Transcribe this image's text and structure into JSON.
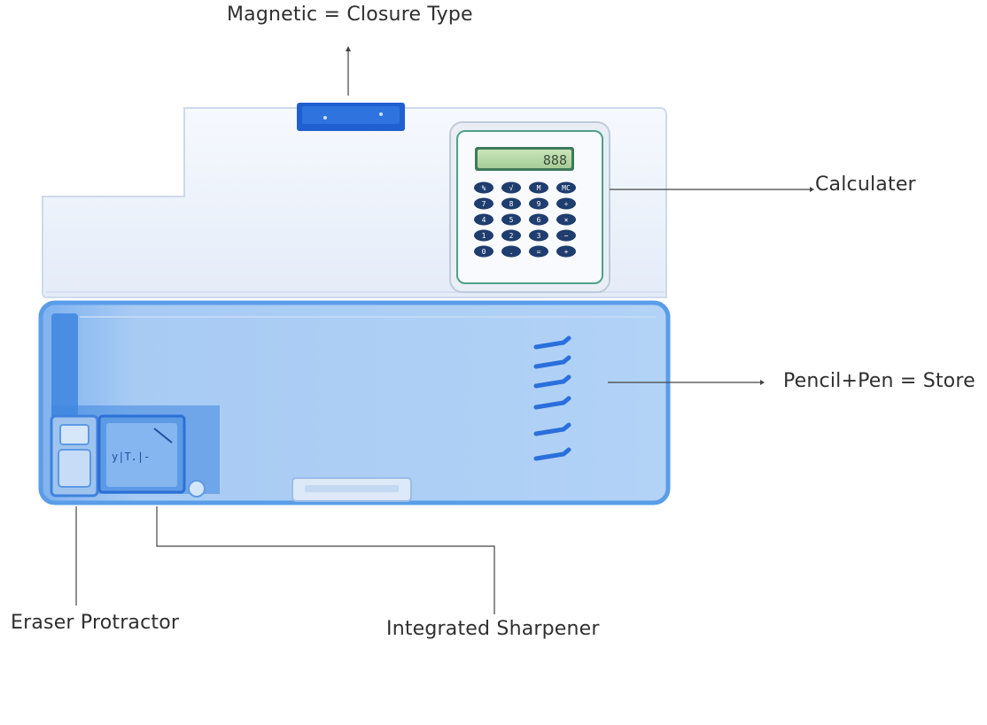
{
  "labels": {
    "closure": "Magnetic = Closure Type",
    "calculator": "Calculater",
    "storage": "Pencil+Pen = Store",
    "eraser": "Eraser Protractor",
    "sharpener": "Integrated Sharpener"
  },
  "calculator_keys": [
    [
      "%",
      "√",
      "M",
      "MC"
    ],
    [
      "7",
      "8",
      "9",
      "÷"
    ],
    [
      "4",
      "5",
      "6",
      "×"
    ],
    [
      "1",
      "2",
      "3",
      "−"
    ],
    [
      "0",
      ".",
      "=",
      "+"
    ]
  ],
  "colors": {
    "case_blue": "#a9ccf4",
    "case_blue_dark": "#3e86e0",
    "lid_white": "#f2f6fc",
    "magnet_blue": "#1f5fd0",
    "leader_line": "#444444",
    "label_text": "#2f2f2f"
  }
}
